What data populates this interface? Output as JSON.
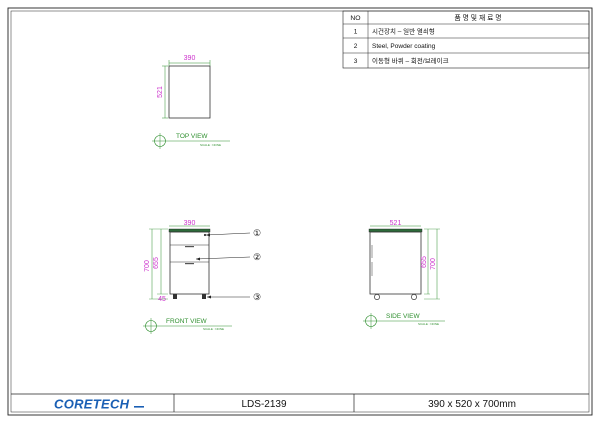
{
  "parts_table": {
    "header_no": "NO",
    "header_name": "품   명   및   재 료 명",
    "rows": [
      {
        "no": "1",
        "desc": "시건장치 – 일반 열쇠형"
      },
      {
        "no": "2",
        "desc": "Steel, Powder coating"
      },
      {
        "no": "3",
        "desc": "이동형 바퀴 – 회전/브레이크"
      }
    ]
  },
  "top_view": {
    "label": "TOP VIEW",
    "scale": "SCALE : NONE",
    "width_dim": "390",
    "depth_dim": "521"
  },
  "front_view": {
    "label": "FRONT VIEW",
    "scale": "SCALE : NONE",
    "width_dim": "390",
    "overall_height_dim": "700",
    "body_height_dim": "655",
    "caster_dim": "45",
    "callouts": [
      "①",
      "②",
      "③"
    ]
  },
  "side_view": {
    "label": "SIDE VIEW",
    "scale": "SCALE : NONE",
    "depth_dim": "521",
    "body_height_dim": "655",
    "overall_height_dim": "700"
  },
  "title_block": {
    "company": "CORETECH",
    "model": "LDS-2139",
    "dimensions": "390 x 520 x 700mm"
  },
  "colors": {
    "dimension": "#cc33cc",
    "view_label": "#2f8f2f",
    "logo": "#1a5fb4",
    "line": "#111111"
  }
}
